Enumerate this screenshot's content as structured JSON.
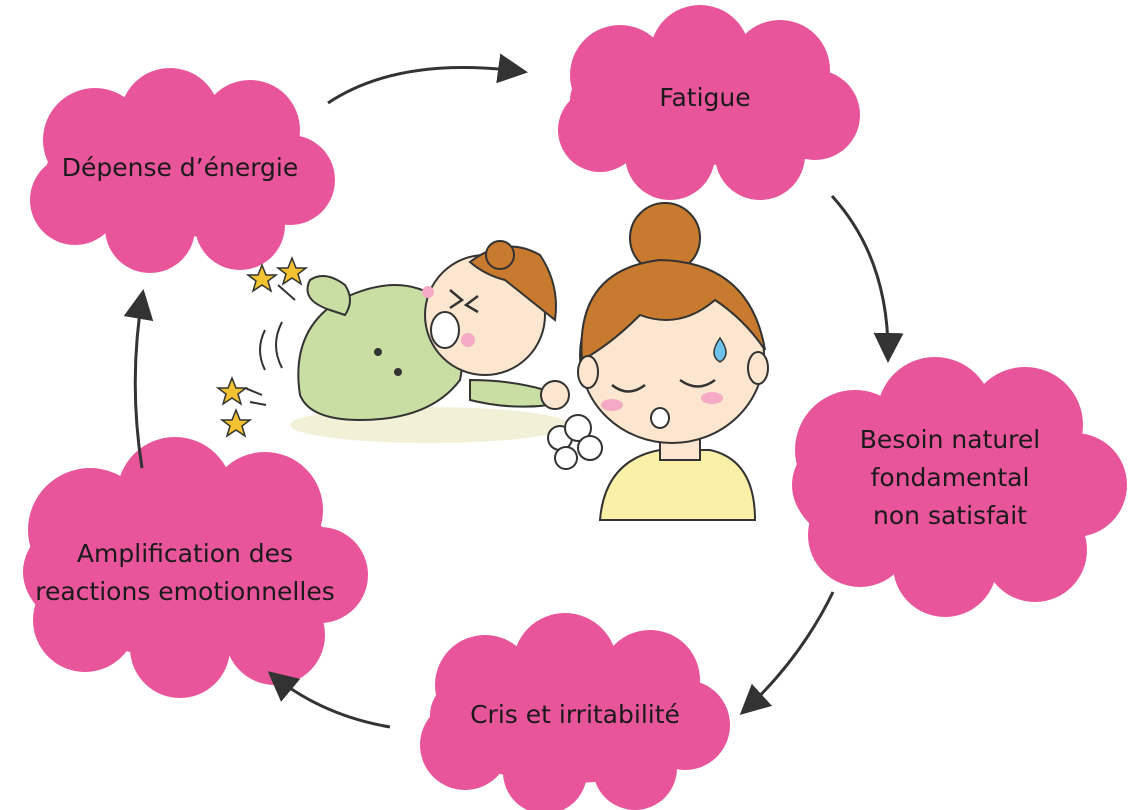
{
  "diagram": {
    "nodes": [
      {
        "id": "depense",
        "label": "Dépense d’énergie"
      },
      {
        "id": "fatigue",
        "label": "Fatigue"
      },
      {
        "id": "besoin",
        "label": "Besoin naturel\nfondamental\nnon satisfait"
      },
      {
        "id": "cris",
        "label": "Cris et irritabilité"
      },
      {
        "id": "ampli",
        "label": "Amplification des\nreactions emotionnelles"
      }
    ],
    "edges": [
      {
        "from": "depense",
        "to": "fatigue"
      },
      {
        "from": "fatigue",
        "to": "besoin"
      },
      {
        "from": "besoin",
        "to": "cris"
      },
      {
        "from": "cris",
        "to": "ampli"
      },
      {
        "from": "ampli",
        "to": "depense"
      }
    ],
    "illustration": {
      "left_figure": "crying-baby-illustration",
      "right_figure": "tired-mother-illustration"
    }
  },
  "colors": {
    "cloud": "#e8559a",
    "arrow": "#333333",
    "baby_suit": "#c9dea3",
    "hair": "#c87b2e",
    "skin": "#fde6cf",
    "mother_top": "#fbf0a8",
    "star": "#f2c230"
  }
}
